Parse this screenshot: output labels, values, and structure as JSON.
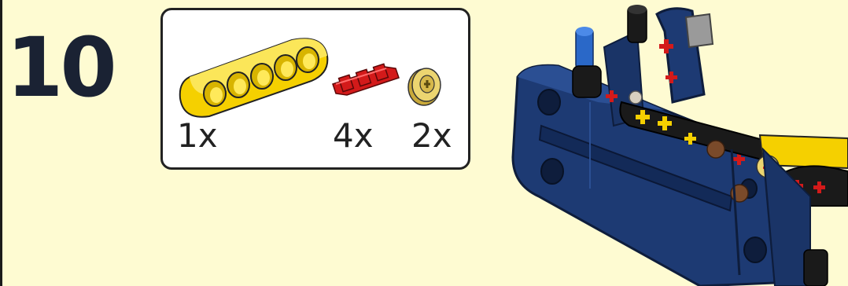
{
  "step": {
    "number": "10"
  },
  "parts_list": {
    "items": [
      {
        "name": "yellow-liftarm-1x5",
        "quantity": "1x",
        "color": "#f5d000"
      },
      {
        "name": "red-axle-connector",
        "quantity": "4x",
        "color": "#d31a1a"
      },
      {
        "name": "tan-bush",
        "quantity": "2x",
        "color": "#e8cf6a"
      }
    ]
  },
  "colors": {
    "background": "#fefbd2",
    "frame_blue": "#1d3a73",
    "frame_dark": "#13264f",
    "black": "#1a1a1a",
    "red": "#d31a1a",
    "yellow": "#f5d000",
    "gray": "#9a9a9a",
    "brown": "#7a4a2a",
    "tan": "#e8cf6a"
  }
}
